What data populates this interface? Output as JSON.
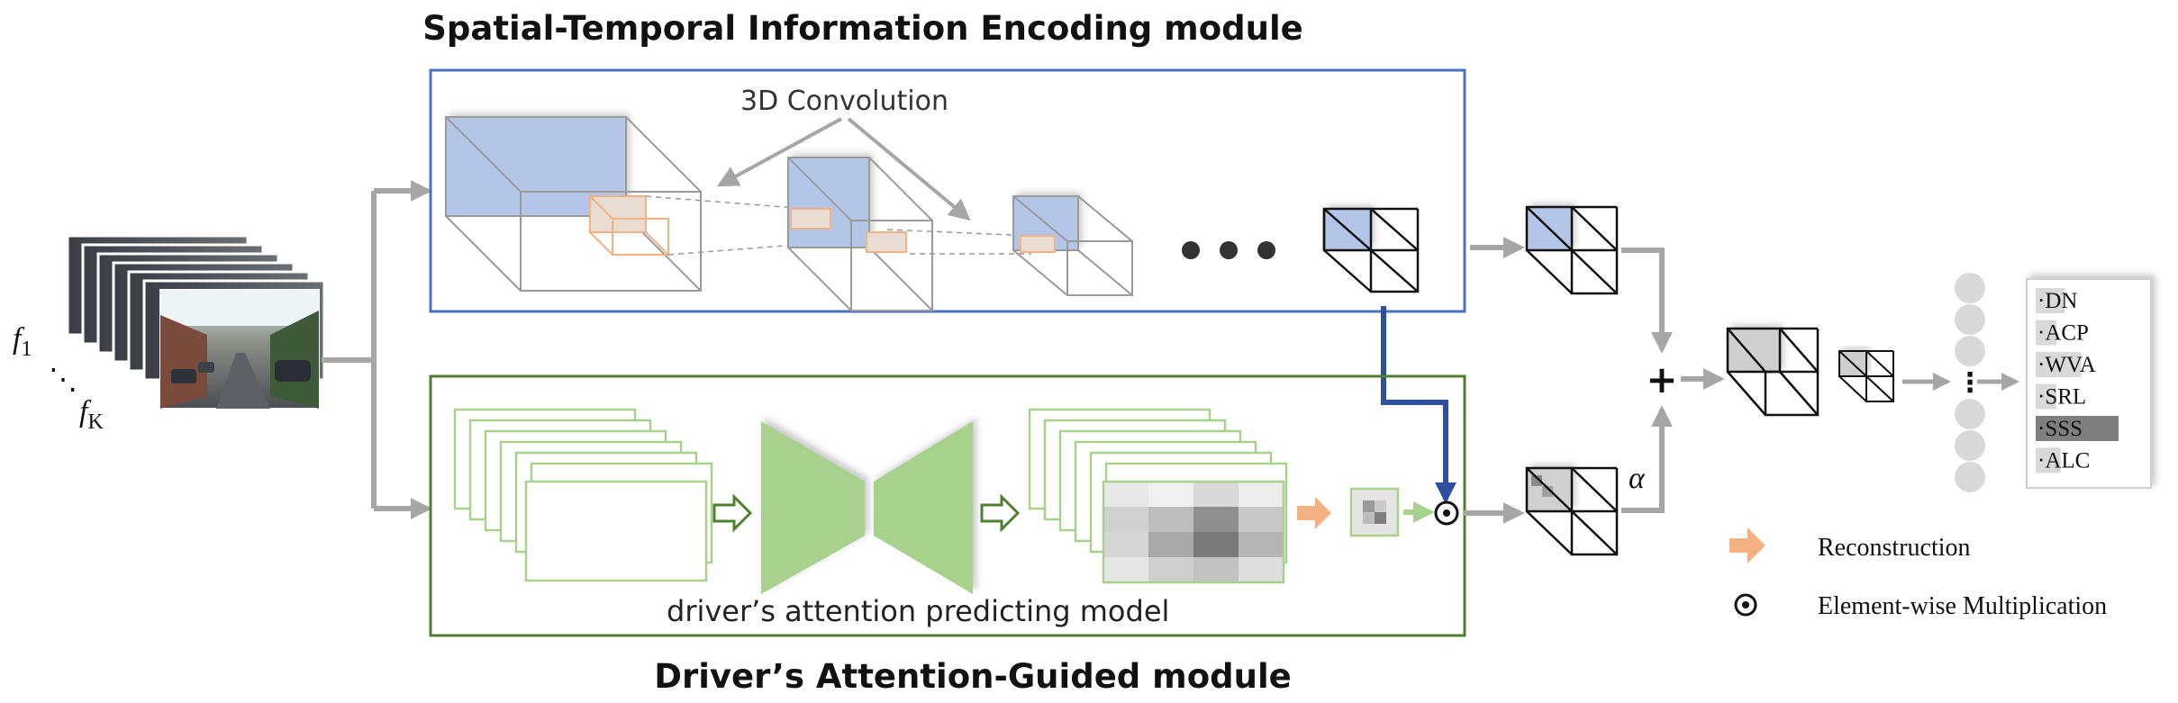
{
  "titles": {
    "top": "Spatial-Temporal Information Encoding module",
    "bottom": "Driver’s Attention-Guided module"
  },
  "labels": {
    "conv3d": "3D Convolution",
    "predictor": "driver’s attention predicting model",
    "frame_first_base": "f",
    "frame_first_sub": "1",
    "frame_dots": "⋱",
    "frame_last_base": "f",
    "frame_last_sub": "K",
    "alpha": "α",
    "plus": "+",
    "vdots": "⋮"
  },
  "legend": {
    "reconstruction": "Reconstruction",
    "multiplication": "Element-wise Multiplication"
  },
  "outputs": [
    {
      "label": "·DN",
      "level": 0.35,
      "highlighted": false
    },
    {
      "label": "·ACP",
      "level": 0.25,
      "highlighted": false
    },
    {
      "label": "·WVA",
      "level": 0.55,
      "highlighted": false
    },
    {
      "label": "·SRL",
      "level": 0.25,
      "highlighted": false
    },
    {
      "label": "·SSS",
      "level": 1.0,
      "highlighted": true
    },
    {
      "label": "·ALC",
      "level": 0.3,
      "highlighted": false
    }
  ],
  "colors": {
    "encoder_border": "#4a72c0",
    "guided_border": "#4f7f2f",
    "blue_fill": "#b3c6e7",
    "green_fill": "#a9d18e",
    "green_outline": "#a9d18e",
    "orange": "#f4b183",
    "gray_arrow": "#a6a6a6",
    "skip_blue": "#2f4f9f"
  }
}
